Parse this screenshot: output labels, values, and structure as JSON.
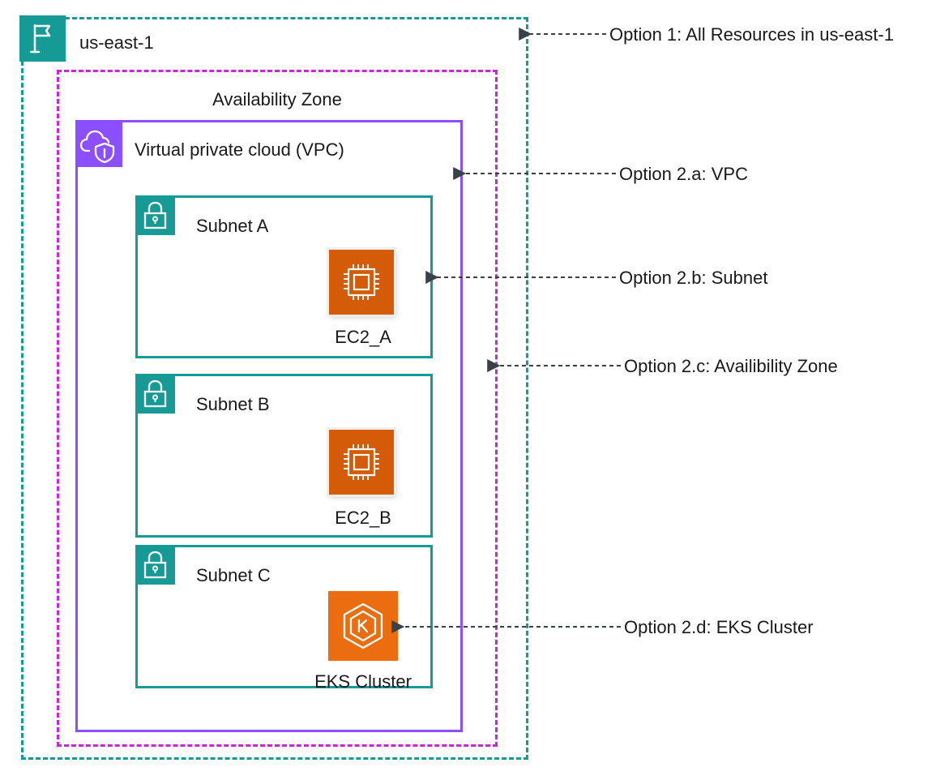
{
  "region": {
    "label": "us-east-1",
    "icon": "flag-icon",
    "color": "#169a96"
  },
  "availability_zone": {
    "label": "Availability Zone",
    "color": "#c926d8"
  },
  "vpc": {
    "label": "Virtual private cloud (VPC)",
    "icon": "cloud-shield-icon",
    "color": "#8c4fff"
  },
  "subnets": [
    {
      "label": "Subnet A",
      "icon": "lock-icon",
      "resource": {
        "type": "ec2",
        "label": "EC2_A",
        "icon": "chip-icon"
      }
    },
    {
      "label": "Subnet B",
      "icon": "lock-icon",
      "resource": {
        "type": "ec2",
        "label": "EC2_B",
        "icon": "chip-icon"
      }
    },
    {
      "label": "Subnet C",
      "icon": "lock-icon",
      "resource": {
        "type": "eks",
        "label": "EKS Cluster",
        "icon": "kubernetes-icon"
      }
    }
  ],
  "options": [
    {
      "label": "Option 1: All Resources in us-east-1"
    },
    {
      "label": "Option 2.a: VPC"
    },
    {
      "label": "Option 2.b: Subnet"
    },
    {
      "label": "Option 2.c: Availibility Zone"
    },
    {
      "label": "Option 2.d: EKS Cluster"
    }
  ],
  "colors": {
    "ec2": "#d45b07",
    "eks": "#ec6d0f",
    "arrow": "#3b4148"
  }
}
